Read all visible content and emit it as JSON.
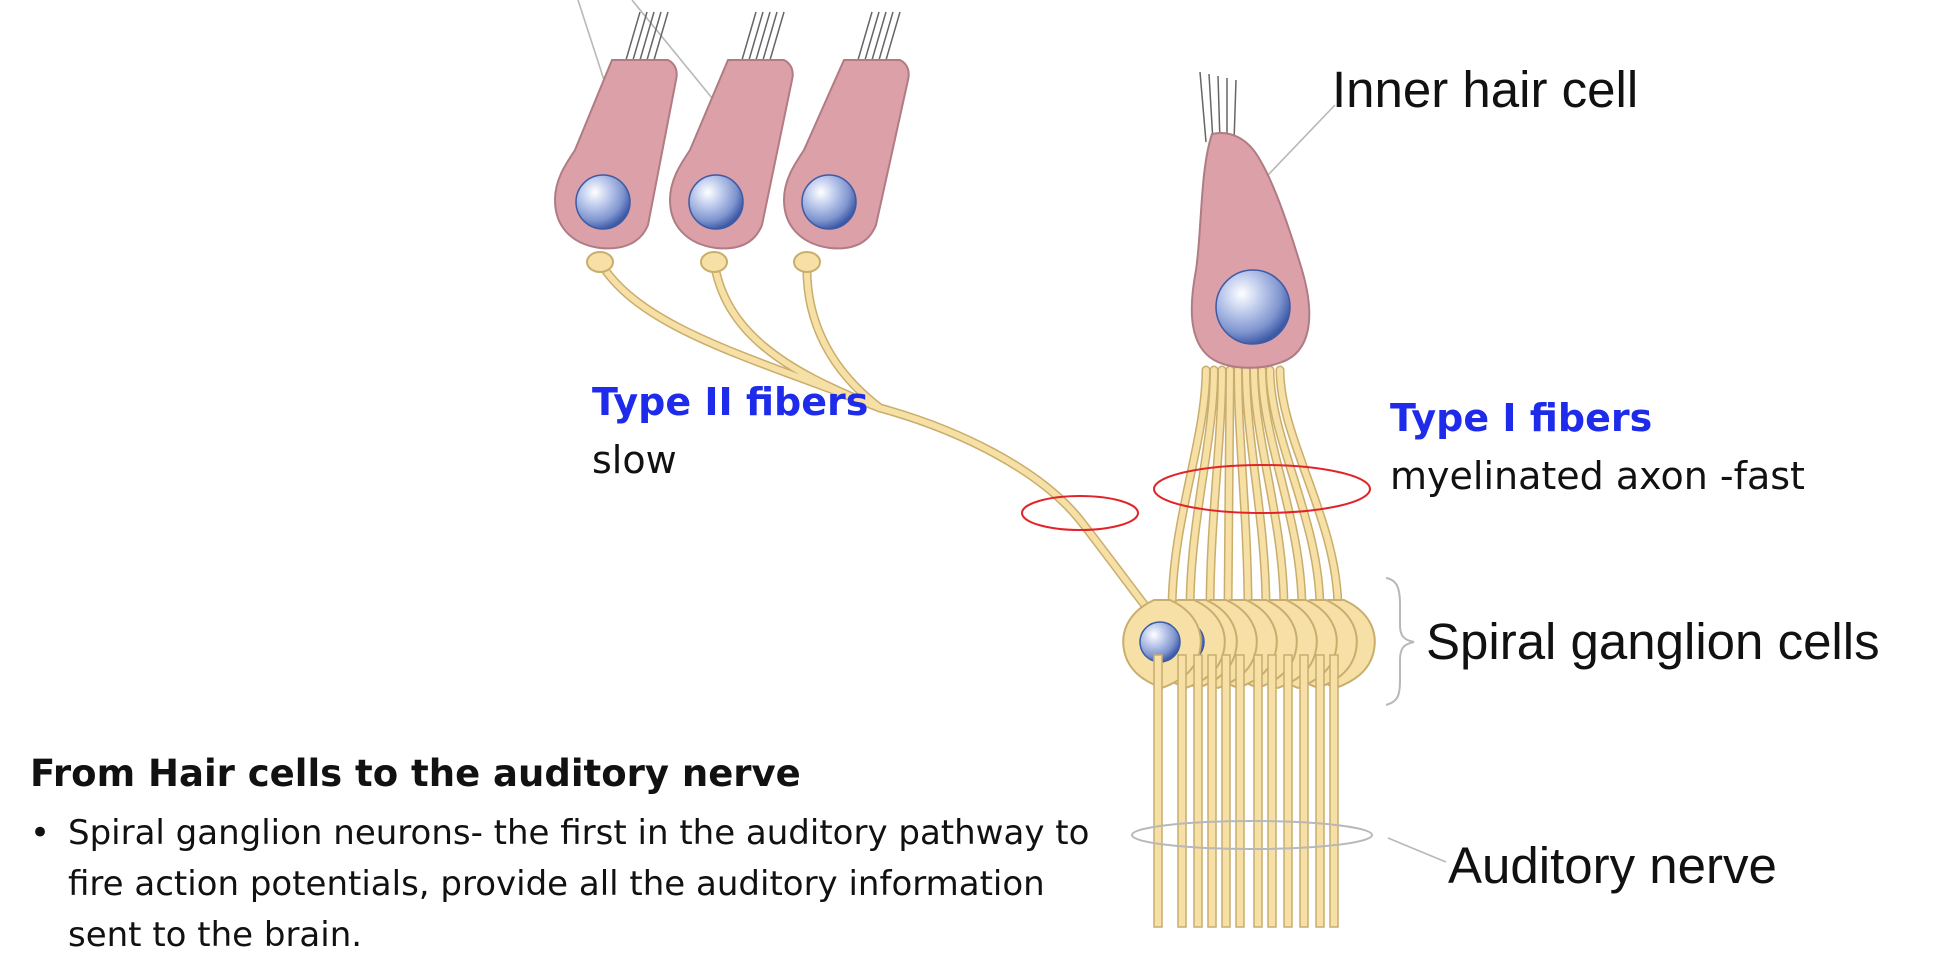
{
  "labels": {
    "inner_hair_cell": "Inner hair cell",
    "spiral_ganglion_cells": "Spiral ganglion cells",
    "auditory_nerve": "Auditory nerve"
  },
  "type2": {
    "title": "Type II fibers",
    "desc": "slow"
  },
  "type1": {
    "title": "Type I fibers",
    "desc": "myelinated axon -fast"
  },
  "section": {
    "heading": "From Hair cells to the auditory nerve",
    "bullets": [
      "Spiral ganglion neurons- the first in the auditory pathway to fire action potentials, provide all the auditory information sent to the brain."
    ]
  },
  "colors": {
    "hair_cell": "#dca0a8",
    "hair_cell_outline": "#b07c84",
    "nucleus": "#8fa3d8",
    "fiber": "#f6e0a6",
    "fiber_outline": "#c9ad6c",
    "highlight_ellipse": "#e0252a",
    "fiber_title": "#1f2bea"
  }
}
